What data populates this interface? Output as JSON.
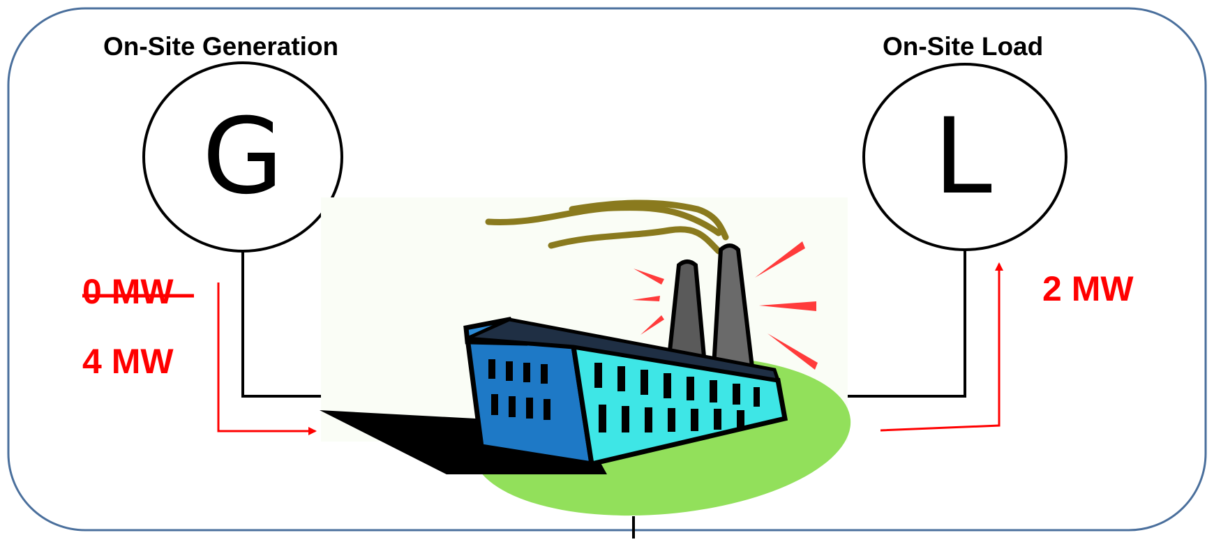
{
  "generation": {
    "title": "On-Site Generation",
    "symbol": "G",
    "old_value": "0 MW",
    "new_value": "4 MW"
  },
  "load": {
    "title": "On-Site Load",
    "symbol": "L",
    "value": "2 MW"
  },
  "factory_icon": "factory-icon",
  "colors": {
    "frame": "#4a6f9c",
    "flow": "#ff0000",
    "line": "#000000",
    "ground": "#92e05b",
    "building_side": "#3ee6e6",
    "building_front": "#1e79c6",
    "smoke": "#8a7a1e",
    "alarm": "#ff3b3b"
  }
}
